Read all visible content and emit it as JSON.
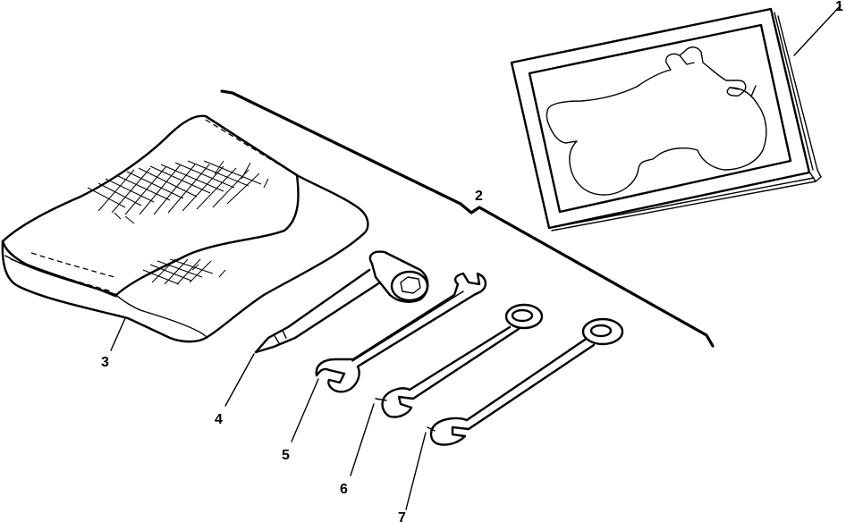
{
  "callouts": {
    "c1": "1",
    "c2": "2",
    "c3": "3",
    "c4": "4",
    "c5": "5",
    "c6": "6",
    "c7": "7"
  },
  "icons": {
    "manual": "owners-manual-icon",
    "tool_kit": "tool-bag-icon",
    "socket_wrench": "socket-wrench-icon",
    "wrench": "combination-wrench-icon"
  }
}
